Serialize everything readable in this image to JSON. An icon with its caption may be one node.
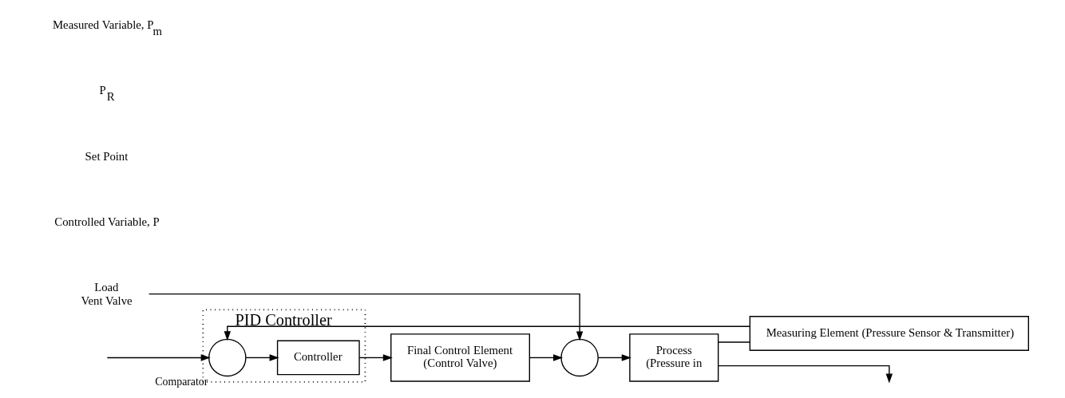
{
  "diagram": {
    "nodes": [
      {
        "text": [
          "PID Controller"
        ]
      },
      {
        "text": [],
        "shape": "circle",
        "in": 0,
        "beside": [
          "Comparator"
        ]
      },
      {
        "text": [
          "Controller"
        ],
        "in": 0
      },
      {
        "text": [
          "Final Control Element",
          "(Control Valve)"
        ]
      },
      {
        "text": [],
        "shape": "circle"
      },
      {
        "text": [
          "Process",
          "(Pressure in"
        ]
      },
      {
        "text": [
          "Measuring Element (Pressure Sensor & Transmitter)"
        ]
      },
      {
        "text": [
          "Load",
          "Vent Valve"
        ]
      }
    ],
    "edges": [
      {
        "from": null,
        "to": 1,
        "arrow": "to"
      },
      {
        "from": 1,
        "to": 2,
        "arrow": "to"
      },
      {
        "from": 2,
        "to": 3,
        "arrow": "to"
      },
      {
        "from": 3,
        "to": 4,
        "arrow": "to"
      },
      {
        "from": 7,
        "to": 4,
        "arrow": "to"
      },
      {
        "from": 4,
        "to": 5,
        "arrow": "to"
      },
      {
        "from": 5,
        "to": null,
        "arrow": "to"
      },
      {
        "from": 5,
        "to": 6,
        "arrow": "none"
      },
      {
        "from": 6,
        "to": 1,
        "arrow": "to"
      }
    ],
    "labels": [
      "Controlled Variable, P",
      "Set Point",
      "P$_{R}$",
      "Measured Variable, P$_{m}$"
    ]
  }
}
